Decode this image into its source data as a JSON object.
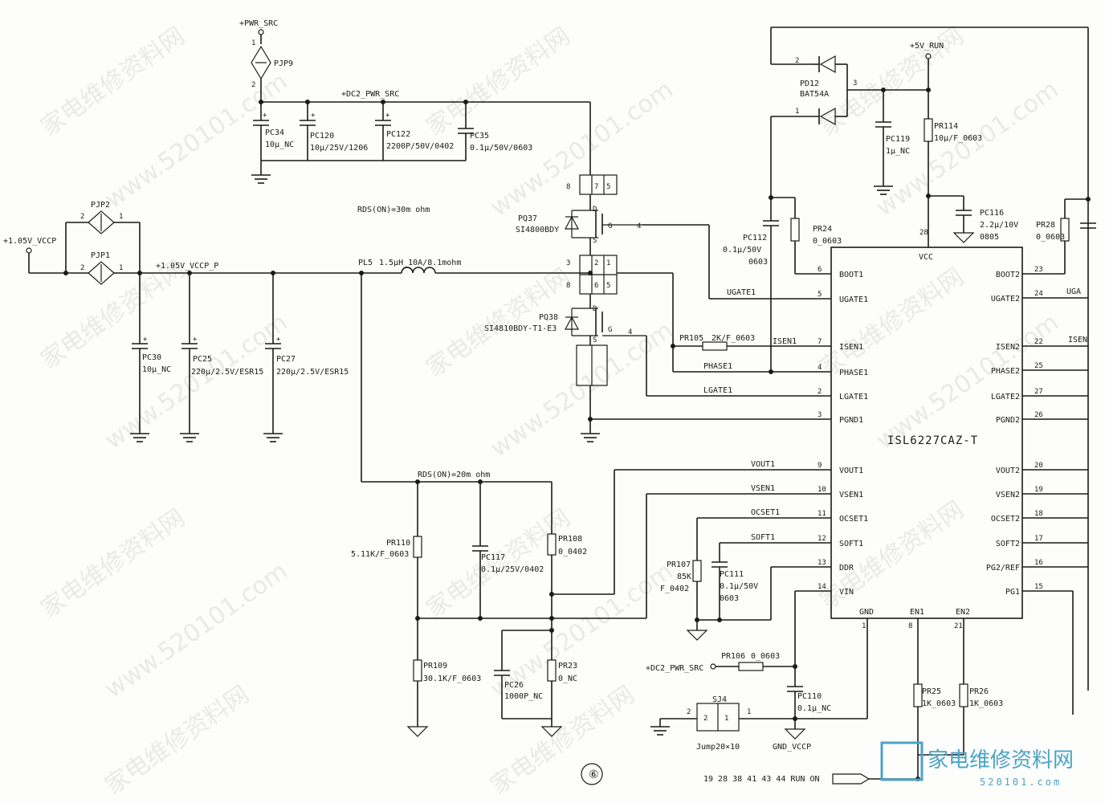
{
  "watermark": {
    "text_cn": "家电维修资料网",
    "text_url": "www.520101.com"
  },
  "logo": {
    "text_cn": "家电维修资料网",
    "url": "520101.com"
  },
  "page_number": "⑥",
  "ic": {
    "name": "ISL6227CAZ-T",
    "left_pins": [
      {
        "num": "6",
        "name": "BOOT1"
      },
      {
        "num": "5",
        "name": "UGATE1"
      },
      {
        "num": "7",
        "name": "ISEN1"
      },
      {
        "num": "4",
        "name": "PHASE1"
      },
      {
        "num": "2",
        "name": "LGATE1"
      },
      {
        "num": "3",
        "name": "PGND1"
      },
      {
        "num": "9",
        "name": "VOUT1"
      },
      {
        "num": "10",
        "name": "VSEN1"
      },
      {
        "num": "11",
        "name": "OCSET1"
      },
      {
        "num": "12",
        "name": "SOFT1"
      },
      {
        "num": "13",
        "name": "DDR"
      },
      {
        "num": "14",
        "name": "VIN"
      }
    ],
    "right_pins": [
      {
        "num": "23",
        "name": "BOOT2"
      },
      {
        "num": "24",
        "name": "UGATE2"
      },
      {
        "num": "22",
        "name": "ISEN2"
      },
      {
        "num": "25",
        "name": "PHASE2"
      },
      {
        "num": "27",
        "name": "LGATE2"
      },
      {
        "num": "26",
        "name": "PGND2"
      },
      {
        "num": "20",
        "name": "VOUT2"
      },
      {
        "num": "19",
        "name": "VSEN2"
      },
      {
        "num": "18",
        "name": "OCSET2"
      },
      {
        "num": "17",
        "name": "SOFT2"
      },
      {
        "num": "16",
        "name": "PG2/REF"
      },
      {
        "num": "15",
        "name": "PG1"
      }
    ],
    "top_pin": {
      "num": "28",
      "name": "VCC"
    },
    "bottom_pins": [
      {
        "num": "1",
        "name": "GND"
      },
      {
        "num": "8",
        "name": "EN1"
      },
      {
        "num": "21",
        "name": "EN2"
      }
    ]
  },
  "nets": {
    "pwr_src": "+PWR_SRC",
    "dc2_pwr_src": "+DC2_PWR_SRC",
    "dc2_pwr_src_2": "+DC2_PWR_SRC",
    "v105_vccp": "+1.05V_VCCP",
    "v105_vccp_p": "+1.05V_VCCP_P",
    "v5_run": "+5V_RUN",
    "ugate1": "UGATE1",
    "isen1": "ISEN1",
    "phase1": "PHASE1",
    "lgate1": "LGATE1",
    "vout1": "VOUT1",
    "vsen1": "VSEN1",
    "ocset1": "OCSET1",
    "soft1": "SOFT1",
    "uga": "UGA",
    "isen": "ISEN",
    "gnd_vccp": "GND_VCCP",
    "run_on": "19 28 38 41 43 44 RUN ON"
  },
  "notes": {
    "rds_top": "RDS(ON)=30m ohm",
    "rds_bottom": "RDS(ON)=20m ohm"
  },
  "components": {
    "pjp9": {
      "ref": "PJP9"
    },
    "pjp2": {
      "ref": "PJP2"
    },
    "pjp1": {
      "ref": "PJP1"
    },
    "pc34": {
      "ref": "PC34",
      "value": "10μ_NC"
    },
    "pc120": {
      "ref": "PC120",
      "value": "10μ/25V/1206"
    },
    "pc122": {
      "ref": "PC122",
      "value": "2200P/50V/0402"
    },
    "pc35": {
      "ref": "PC35",
      "value": "0.1μ/50V/0603"
    },
    "pq37": {
      "ref": "PQ37",
      "value": "SI4800BDY"
    },
    "pq38": {
      "ref": "PQ38",
      "value": "SI4810BDY-T1-E3"
    },
    "pl5": {
      "ref": "PL5",
      "value": "1.5μH_10A/8.1mohm"
    },
    "pc30": {
      "ref": "PC30",
      "value": "10μ_NC"
    },
    "pc25": {
      "ref": "PC25",
      "value": "220μ/2.5V/ESR15"
    },
    "pc27": {
      "ref": "PC27",
      "value": "220μ/2.5V/ESR15"
    },
    "pd12": {
      "ref": "PD12",
      "value": "BAT54A"
    },
    "pc119": {
      "ref": "PC119",
      "value": "1μ_NC"
    },
    "pr114": {
      "ref": "PR114",
      "value": "10μ/F_0603"
    },
    "pc112": {
      "ref": "PC112",
      "value1": "0.1μ/50V",
      "value2": "0603"
    },
    "pr24": {
      "ref": "PR24",
      "value": "0_0603"
    },
    "pc116": {
      "ref": "PC116",
      "value1": "2.2μ/10V",
      "value2": "0805"
    },
    "pr28": {
      "ref": "PR28",
      "value": "0_0603"
    },
    "pr105": {
      "ref": "PR105",
      "value": "2K/F_0603"
    },
    "pr110": {
      "ref": "PR110",
      "value": "5.11K/F_0603"
    },
    "pc117": {
      "ref": "PC117",
      "value": "0.1μ/25V/0402"
    },
    "pr108": {
      "ref": "PR108",
      "value": "0_0402"
    },
    "pr109": {
      "ref": "PR109",
      "value": "30.1K/F_0603"
    },
    "pc26": {
      "ref": "PC26",
      "value": "1000P_NC"
    },
    "pr23": {
      "ref": "PR23",
      "value": "0_NC"
    },
    "pr107": {
      "ref": "PR107",
      "value1": "85K",
      "value2": "F_0402"
    },
    "pc111": {
      "ref": "PC111",
      "value1": "0.1μ/50V",
      "value2": "0603"
    },
    "pr106": {
      "ref": "PR106",
      "value": "0_0603"
    },
    "pc110": {
      "ref": "PC110",
      "value": "0.1μ_NC"
    },
    "sj4": {
      "ref": "SJ4",
      "value": "Jump20×10"
    },
    "pr25": {
      "ref": "PR25",
      "value": "1K_0603"
    },
    "pr26": {
      "ref": "PR26",
      "value": "1K_0603"
    }
  },
  "pin_numbers": {
    "one": "1",
    "two": "2",
    "three": "3",
    "four": "4",
    "five": "5",
    "six": "6",
    "seven": "7",
    "eight": "8"
  }
}
